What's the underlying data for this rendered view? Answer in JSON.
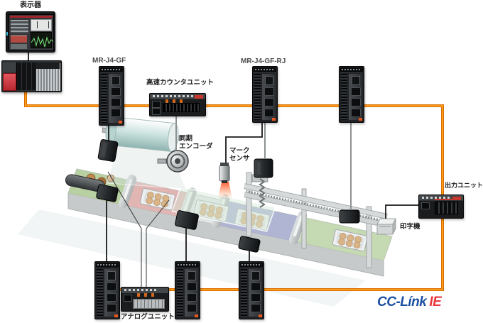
{
  "diagram": {
    "description": "CC-Link IE packaging line system configuration diagram",
    "network_line_color": "#F08300"
  },
  "labels": {
    "display": "表示器",
    "servo_gf": "MR-J4-GF",
    "counter_unit": "高速カウンタユニット",
    "servo_gf_rj": "MR-J4-GF-RJ",
    "encoder_line1": "同期",
    "encoder_line2": "エンコーダ",
    "mark_sensor_line1": "マーク",
    "mark_sensor_line2": "センサ",
    "output_unit": "出力ユニット",
    "printer": "印字機",
    "analog_unit": "アナログユニット"
  },
  "logo": {
    "cclink": "CC-Línk",
    "ie": "IE",
    "cclink_color": "#1C4FA1",
    "ie_color": "#E8383D"
  }
}
